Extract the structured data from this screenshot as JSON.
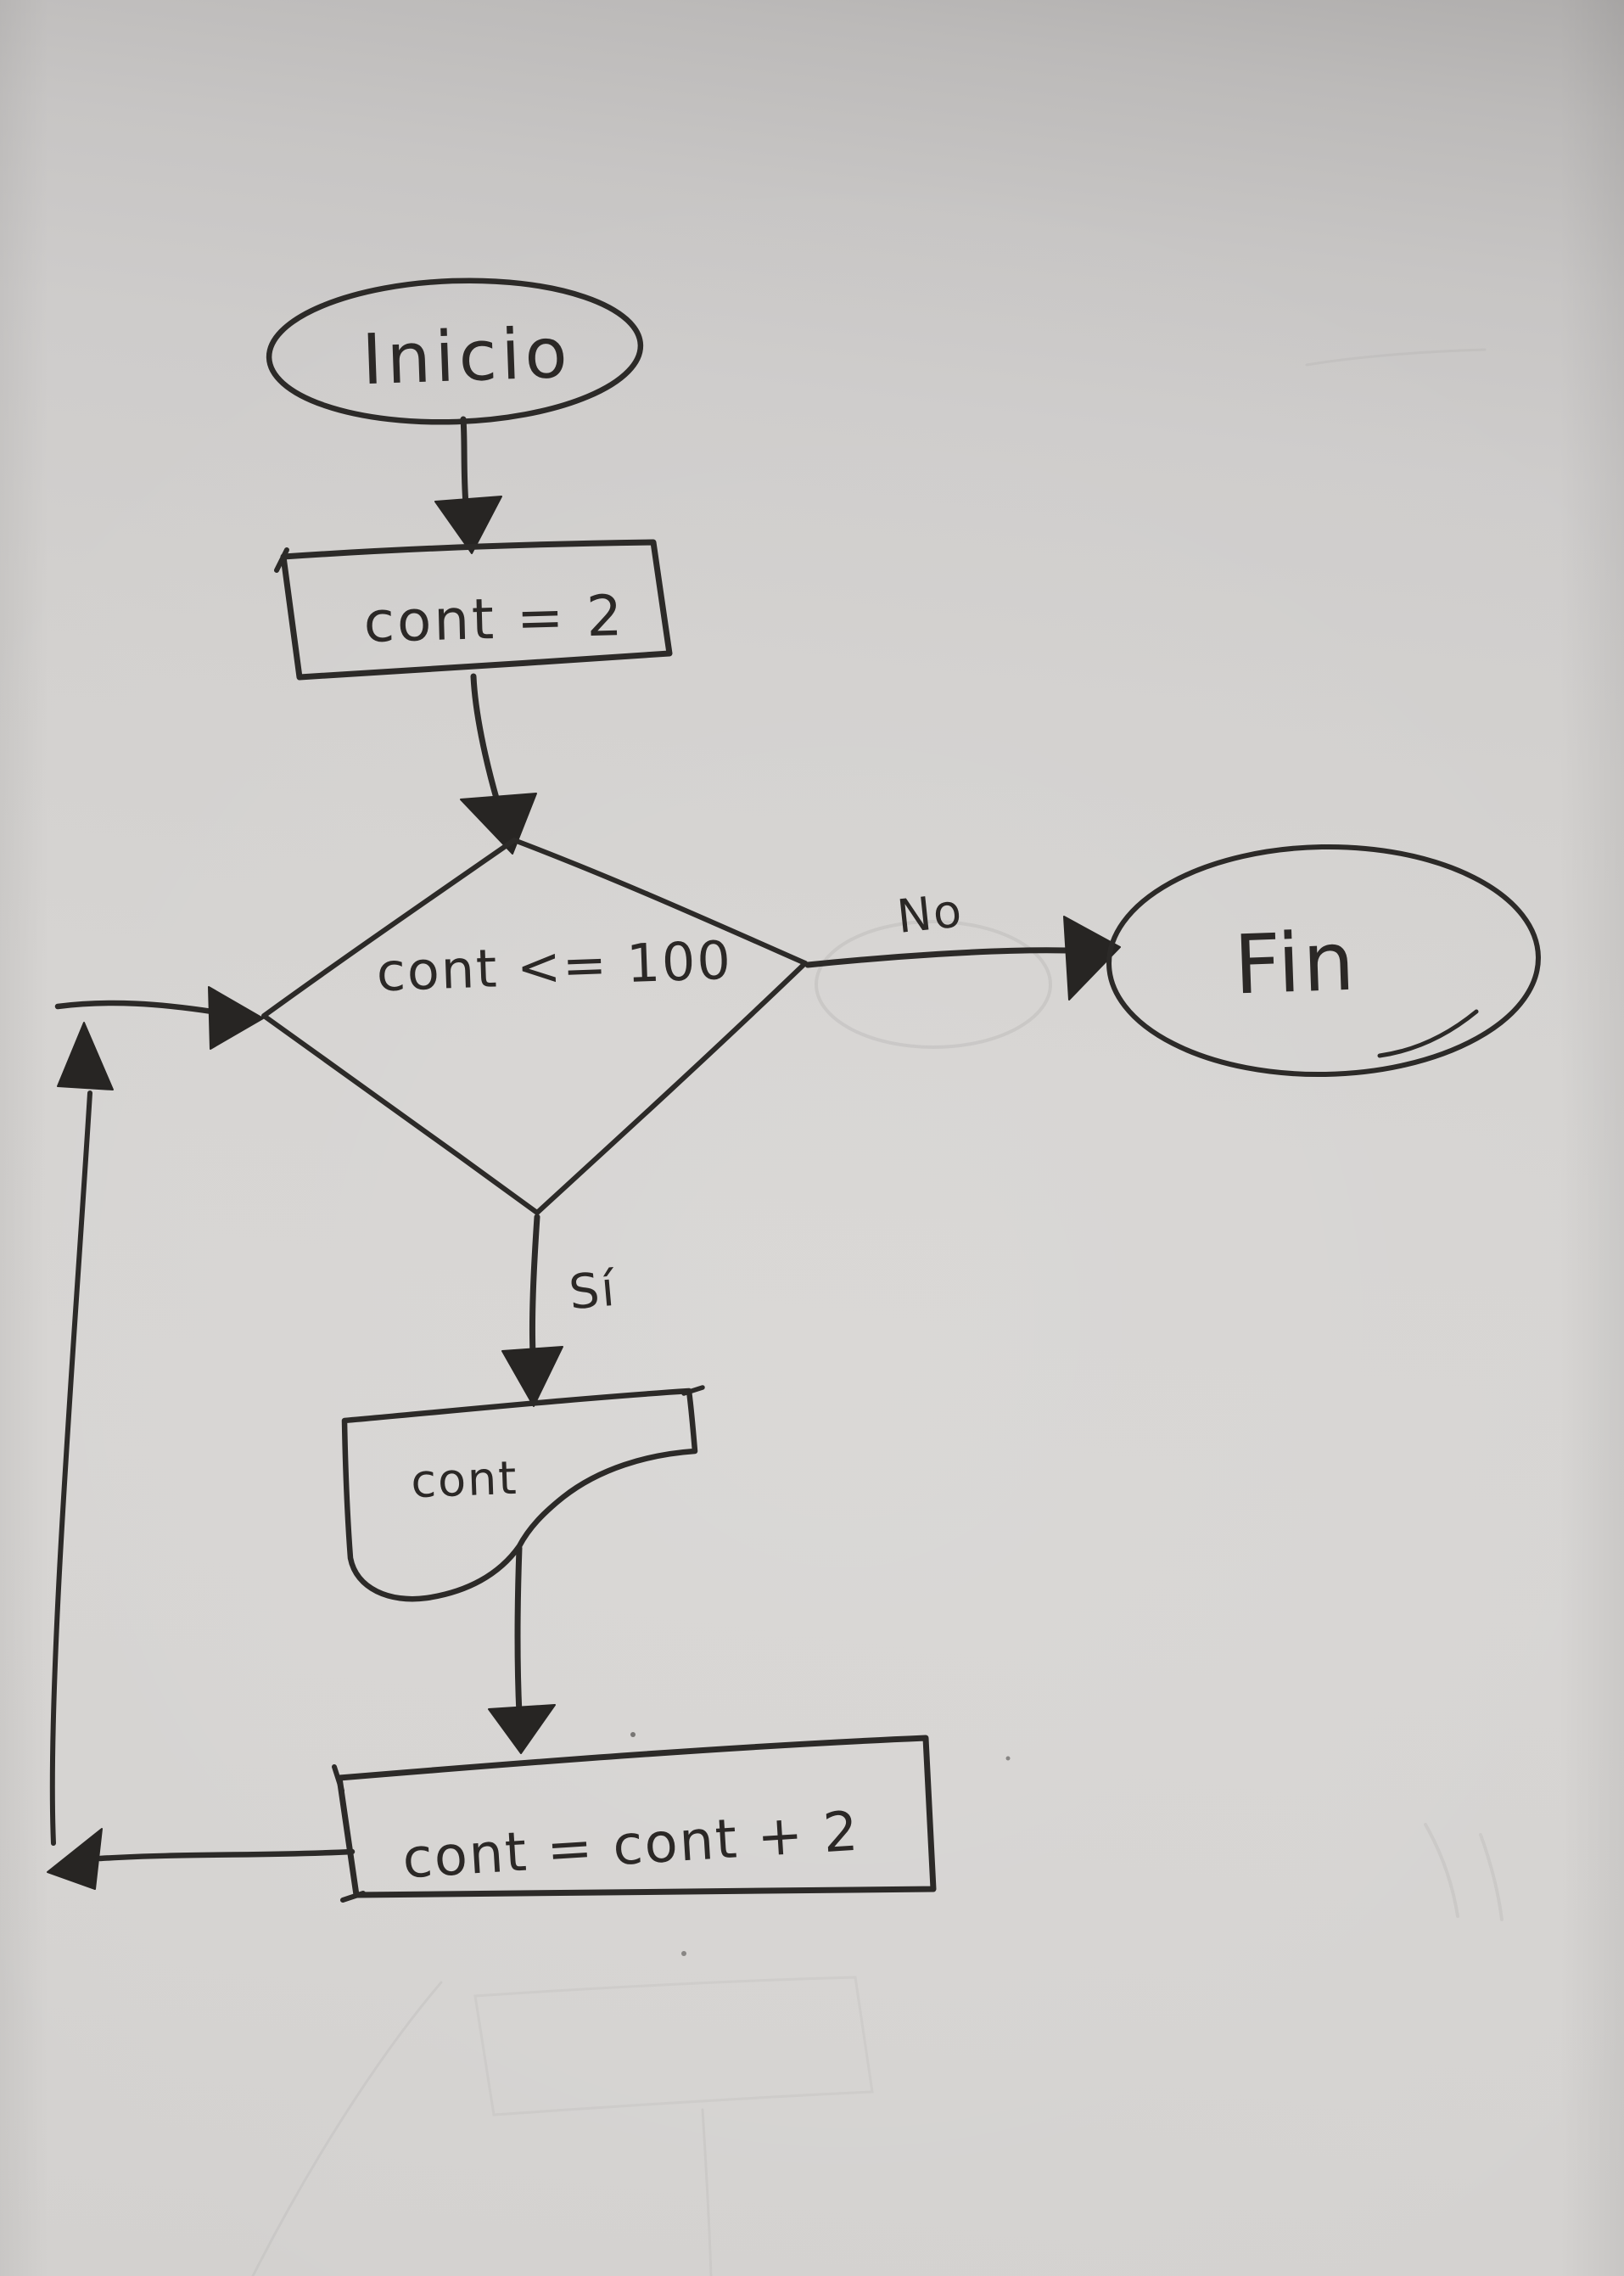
{
  "diagram": {
    "kind": "hand-drawn flowchart on paper",
    "language": "Spanish",
    "ink_color": "#2c2a28",
    "paper_color": "#d4d2d0",
    "nodes": {
      "start": {
        "label": "Inicio",
        "shape": "terminator-ellipse"
      },
      "init": {
        "label": "cont = 2",
        "shape": "process-rectangle"
      },
      "decision": {
        "label": "cont <= 100",
        "shape": "decision-diamond"
      },
      "output": {
        "label": "cont",
        "shape": "display-document"
      },
      "increment": {
        "label": "cont = cont + 2",
        "shape": "process-rectangle"
      },
      "end": {
        "label": "Fin",
        "shape": "terminator-ellipse"
      }
    },
    "edges": {
      "no_label": "No",
      "yes_label": "Sí"
    }
  }
}
